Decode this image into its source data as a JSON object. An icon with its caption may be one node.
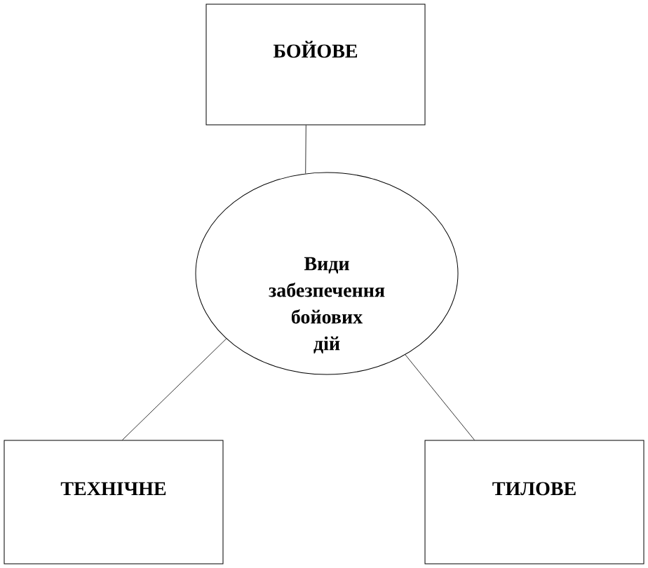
{
  "diagram": {
    "nodes": [
      {
        "text": [
          "БОЙОВЕ"
        ]
      },
      {
        "text": [
          "Види забезпечення бойових дій"
        ]
      },
      {
        "text": [
          "ТЕХНІЧНЕ"
        ]
      },
      {
        "text": [
          "ТИЛОВЕ"
        ]
      }
    ],
    "edges": [
      {
        "from": 0,
        "to": 1,
        "arrow": "none"
      },
      {
        "from": 1,
        "to": 2,
        "arrow": "none"
      },
      {
        "from": 1,
        "to": 3,
        "arrow": "none"
      }
    ]
  }
}
